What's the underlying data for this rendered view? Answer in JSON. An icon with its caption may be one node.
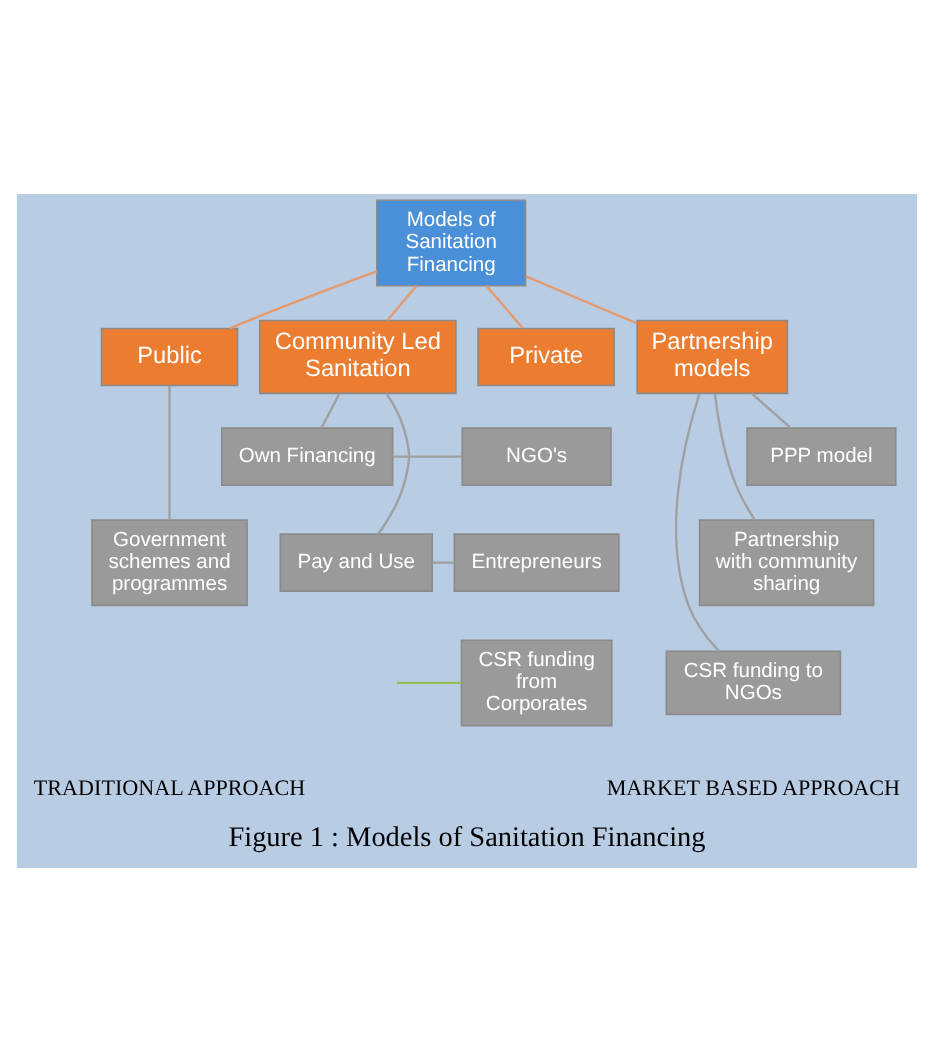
{
  "diagram": {
    "caption": "Figure 1 : Models of Sanitation Financing",
    "nodes": [
      {
        "text": [
          "Models of Sanitation Financing"
        ]
      },
      {
        "text": [
          "Public"
        ]
      },
      {
        "text": [
          "Community Led Sanitation"
        ]
      },
      {
        "text": [
          "Private"
        ]
      },
      {
        "text": [
          "Partnership models"
        ]
      },
      {
        "text": [
          "Government schemes and programmes"
        ]
      },
      {
        "text": [
          "Own Financing"
        ]
      },
      {
        "text": [
          "NGO's"
        ]
      },
      {
        "text": [
          "PPP model"
        ]
      },
      {
        "text": [
          "Pay and Use"
        ]
      },
      {
        "text": [
          "Entrepreneurs"
        ]
      },
      {
        "text": [
          "Partnership with community sharing"
        ]
      },
      {
        "text": [
          "CSR funding from Corporates"
        ]
      },
      {
        "text": [
          "CSR funding to NGOs"
        ]
      }
    ],
    "edges": [
      {
        "from": 0,
        "to": 1,
        "arrow": "none",
        "color": "#e59a6e"
      },
      {
        "from": 0,
        "to": 2,
        "arrow": "none",
        "color": "#e59a6e"
      },
      {
        "from": 0,
        "to": 3,
        "arrow": "none",
        "color": "#e59a6e"
      },
      {
        "from": 0,
        "to": 4,
        "arrow": "none",
        "color": "#e59a6e"
      },
      {
        "from": 1,
        "to": 5,
        "arrow": "none"
      },
      {
        "from": 2,
        "to": 6,
        "arrow": "none"
      },
      {
        "from": 2,
        "to": 9,
        "arrow": "none"
      },
      {
        "from": 6,
        "to": 7,
        "arrow": "none"
      },
      {
        "from": 9,
        "to": 10,
        "arrow": "none"
      },
      {
        "from": 4,
        "to": 8,
        "arrow": "none"
      },
      {
        "from": 4,
        "to": 11,
        "arrow": "none"
      },
      {
        "from": 4,
        "to": 13,
        "arrow": "none"
      },
      {
        "from": null,
        "to": 12,
        "arrow": "none",
        "color": "#9bbb59"
      }
    ],
    "labels": [
      "TRADITIONAL APPROACH",
      "MARKET BASED APPROACH"
    ]
  }
}
